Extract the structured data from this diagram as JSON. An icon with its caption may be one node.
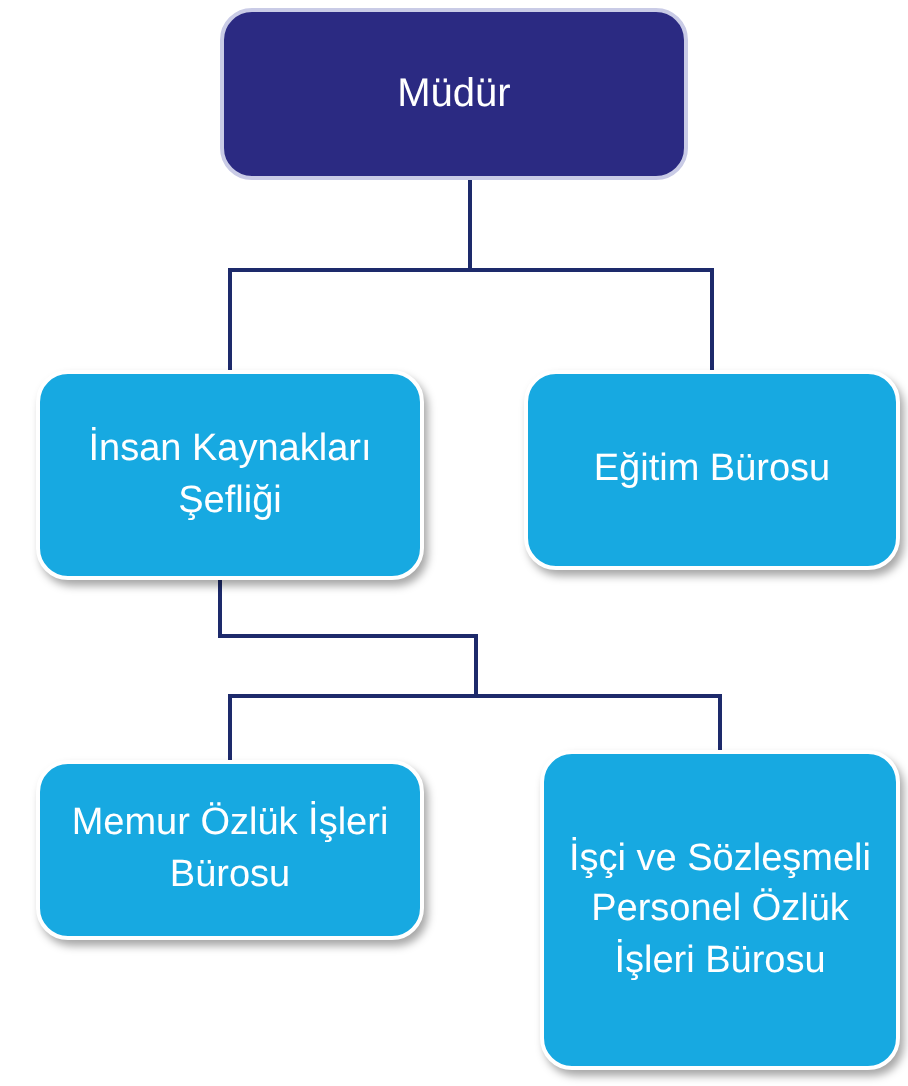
{
  "diagram": {
    "nodes": [
      {
        "text": [
          "Müdür"
        ]
      },
      {
        "text": [
          "İnsan Kaynakları Şefliği"
        ]
      },
      {
        "text": [
          "Eğitim Bürosu"
        ]
      },
      {
        "text": [
          "Memur Özlük İşleri Bürosu"
        ]
      },
      {
        "text": [
          "İşçi ve Sözleşmeli Personel Özlük İşleri Bürosu"
        ]
      }
    ],
    "edges": [
      {
        "from": 0,
        "to": 1,
        "arrow": "none"
      },
      {
        "from": 0,
        "to": 2,
        "arrow": "none"
      },
      {
        "from": 1,
        "to": 3,
        "arrow": "none"
      },
      {
        "from": 1,
        "to": 4,
        "arrow": "none"
      }
    ]
  }
}
